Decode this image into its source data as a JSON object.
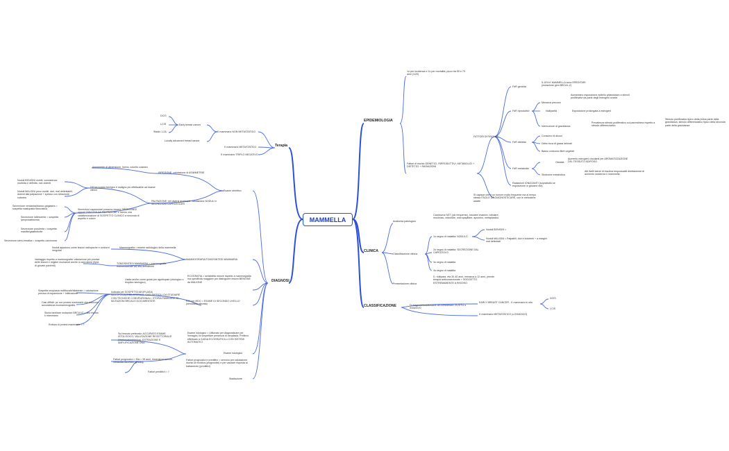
{
  "central": "MAMMELLA",
  "branch_color": "#2a4fd8",
  "sections": {
    "epidemiologia": "EPIDEMIOLOGIA",
    "clinica": "CLINICA",
    "classificazione": "CLASSIFICAZIONE",
    "terapia": "Terapia",
    "diagnosi": "DIAGNOSI"
  },
  "epi": {
    "incidenza": "1o per incidenza e 2o per mortalità, picco tra 50 e 70 anni (1/20)",
    "fattori": "Fattori di rischio GENETICI, RIPRODUTTIVI, METABOLICI + DIETETICI + RADIAZIONI",
    "fattori_rischio": "FATTORI DI RISCHIO",
    "genetici": "FdR genetici",
    "brca": "5-10% K MAMMELLA sono EREDITARI (mutazione geni BRCA1-2)",
    "riproduttivi": "FdR riproduttivi",
    "menarca": "Menarca precoce",
    "menarca_desc": "Aumentano esposizione epitelio ghiandolare a stimoli proliferativi da parte degli estrogeni ovarici",
    "nulliparita": "Nulliparità",
    "nulliparita_desc": "Esposizione prolungata a estrogeni",
    "interruzione": "Interruzione di gravidanza",
    "interruzione_desc": "Prevalenza stimolo proliferativo sul parenchima rispetto a stimolo differenziativo",
    "interruzione_desc2": "Stimolo proliferativo tipico della prima parte della gravidanza, stimolo differenziativo tipico della seconda parte della gravidanza",
    "dietetici": "FdR dietetici",
    "alcool": "Consumo di alcool",
    "grassi": "Dieta ricca di grassi animali",
    "fibre": "Basso consumo fibre vegetali",
    "metabolici": "FdR metabolici",
    "obesita": "Obesità",
    "obesita_desc": "Aumento estrogeni circolanti per AROMATIZZAZIONE DEL TESSUTO ADIPOSO",
    "sindrome": "Sindrome metabolica",
    "sindrome_desc": "Alti livelli sierici di insulina responsabili direttamente di aumento incidenza k mammella",
    "radiazioni": "Radiazioni IONIZZANTI (soprattutto se esposizione in giovane età)",
    "capisce": "Si capisce che è un tumore molto frequente ma al tempo stesso FACILE DA DIAGNOSTICARE, con le metodiche adatte"
  },
  "clin": {
    "anatomia": "Anatomia patologica",
    "anatomia_desc": "Carcinoma NST (più frequente), lobulare invasivo, tubulare, mucinoso, midollare, micropapillare, apocrino, metaplastico",
    "classificazione": "Classificazione clinica",
    "primo_segno": "1o segno di malattia: NODULO",
    "benigni": "Noduli BENIGNI =",
    "maligni": "Noduli MALIGNI = Palpabili, duri e indolenti + a margini mal delimitati",
    "secondo": "2o segno di malattia: SECREZIONE DAL CAPEZZOLO",
    "terzo": "3o segno di malattia",
    "quarto": "4o segno di malattia",
    "presentazione": "Presentazione clinica",
    "presentazione_desc": "D. nullipara, età 30-40 anni, menarca a 12 anni, prende terapia anticoncezionale + SOGGETTO ESTREMAMENTE A RISCHIO"
  },
  "classif": {
    "diagnosi": "Di diagnosi/suddivisione da considerare: IN SITU o INVASIVO",
    "early": "EARLY BREAST CANCER - K mammario in situ",
    "dcis": "DCIS",
    "lcis": "LCIS",
    "metastatico": "K mammario METASTATICO (o INVASIVO)"
  },
  "ter": {
    "non_metastatico": "K mammario NON METASTATICO",
    "early": "Early breast cancer",
    "dcis": "DCIS",
    "lcis": "LCIS",
    "stadio": "Stadio 1-2A",
    "locally": "Locally advanced breast cancer",
    "metastatico": "K mammario METASTATICO",
    "triplo": "K mammario TRIPLO NEGATIVO"
  },
  "diag": {
    "esame_obiettivo": "Esame obiettivo",
    "ispezione": "ISPEZIONE: valutazione di ASIMMETRIE",
    "asimmetrie": "Asimmetrie di dimensione, forma, colorito cutaneo",
    "palpazione": "PALPAZIONE: nei diversi quadranti: valutazione NODULI e SECREZIONI CAPEZZOLARI",
    "nodulo_benigno": "DD tra nodulo benigno e maligno più effettuabile ad esame clinico",
    "noduli_benigni": "Noduli BENIGNI mobili, consistenza morbida e definita, non dolenti",
    "noduli_maligni": "Noduli MALIGNI poco mobili, duri, mal delimitabili, dolenti alla palpazione + spesso con retrazione cutanea",
    "secrezioni": "Secrezioni capezzolari possono essere SPONTANEE oppure INDOTTE DA PALPAZIONE e hanno una caratterizzazione di SOSPETTO CLINICO a seconda di aspetto e colore",
    "sec_verdastra": "Secrezione verdastra/bianco-grigiastra = sospetta mastopatia fibrocistica",
    "sec_lattescente": "Secrezione lattescente = sospetta iperprolattinemia",
    "sec_purulenta": "Secrezione purulenta = sospetta mastite/galattoforite",
    "sec_ematica": "Secrezione siero-ematica = sospetto carcinoma",
    "mammografia": "MAMMOGRAFIA/TOMOSINTESI MAMMARIA",
    "mammografia_desc": "Mammografia = esame radiologico della mammella",
    "noduli_opachi": "Noduli appaiono come lesioni radiopache e contorni irregolari",
    "tomosintesi": "TOMOSINTESI MAMMARIA = mammografia tridimensionale ad alta definizione",
    "vantaggi": "Vantaggio rispetto a mammografia: valutazione più precisa delle lesioni e migliori risoluzioni anche in seni densi (tipici di giovani pazienti)",
    "ecografia": "ECOGRAFIA = sensibilità minore rispetto a mammografia ma specificità maggiore per distinguere lesioni BENIGNE da MALIGNE",
    "ecografia_desc": "Usata anche come guida per agobiopsie (citologico o bioptico-istologico)",
    "rm": "RM con MDC = ESAME DI SECONDO LIVELLO (sensibilità elevata)",
    "rm_indicata": "Indicata per SOSPETTA NEOPLASIA MULTIFOCALE/BILATERALE, CASI DIFFICILI DA STUDIARE CON TECNICHE CONVENZIONALI, STORIA FAMILIARE DI MUTAZIONI BRCA1/2 DOCUMENTATE",
    "sospetta": "Sospetta neoplasia multifocale/bilaterale = valutazione precisa di espansione + infiltrazione",
    "casi_difficili": "Casi difficili: pz con protesi mammarie che riducono accuratezza ecomammografia",
    "storia": "Storia familiare mutazioni BRCA1/2 = alto rischio k mammario",
    "rottura": "Rottura di protesi mammarie = ?",
    "esame_istologico": "Esame istologico",
    "istologico_desc": "Esame istologico = Utilizzato per diagnosticare per immagini, fa sospettare presenza di neoplasia. Prelievo effettuato a GUIDA ECOGRAFICA o CON SISTEMI AUTOMATICI",
    "tessuto": "Sul tessuto prelevato: ACCURATO ESAME ISTOLOGICO, VALUTAZIONE RECETTORIALE (immunoistochimica), ESTRAZIONE E AMPLIFICAZIONE DNA",
    "fattori_prog": "Fattori prognostici e predittivi = servono per valutazione rischio di recidiva (prognostici) e per valutare risposta al trattamento (predittivi)",
    "prognostici": "Fattori prognostici = Età < 35 anni, dimensioni tumore, metastasi ascellari, grading",
    "predittivi": "Fattori predittivi = ?",
    "stadiazione": "Stadiazione"
  }
}
